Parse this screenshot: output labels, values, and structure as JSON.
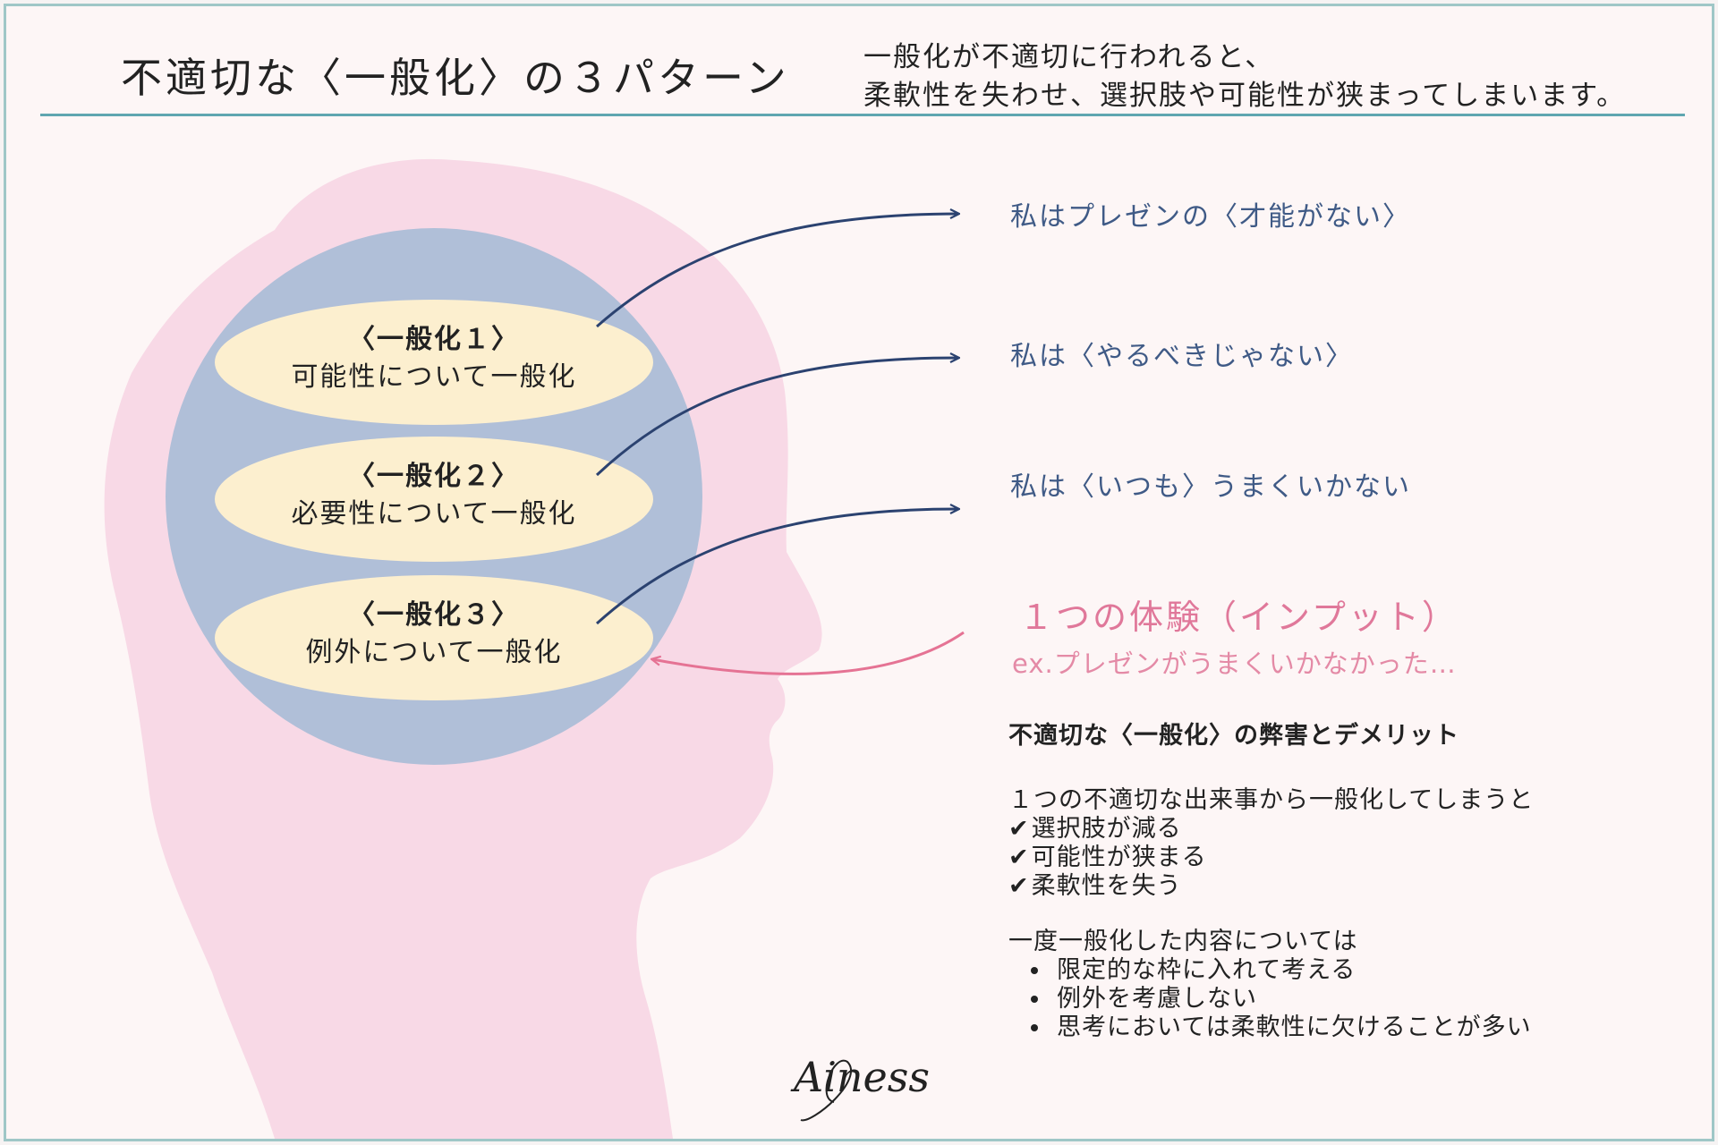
{
  "header": {
    "title": "不適切な〈一般化〉の３パターン",
    "subtitle_line1": "一般化が不適切に行われると、",
    "subtitle_line2": "柔軟性を失わせ、選択肢や可能性が狭まってしまいます。"
  },
  "generalizations": [
    {
      "number": "〈一般化１〉",
      "label": "可能性について一般化"
    },
    {
      "number": "〈一般化２〉",
      "label": "必要性について一般化"
    },
    {
      "number": "〈一般化３〉",
      "label": "例外について一般化"
    }
  ],
  "results": [
    "私はプレゼンの〈才能がない〉",
    "私は〈やるべきじゃない〉",
    "私は〈いつも〉うまくいかない"
  ],
  "input": {
    "title": "１つの体験（インプット）",
    "example": "ex.プレゼンがうまくいかなかった…"
  },
  "notes": {
    "heading": "不適切な〈一般化〉の弊害とデメリット",
    "intro": "１つの不適切な出来事から一般化してしまうと",
    "checks": [
      "選択肢が減る",
      "可能性が狭まる",
      "柔軟性を失う"
    ],
    "intro2": "一度一般化した内容については",
    "bullets": [
      "限定的な枠に入れて考える",
      "例外を考慮しない",
      "思考においては柔軟性に欠けることが多い"
    ]
  },
  "signature": "Ainess",
  "colors": {
    "silhouette": "#f8d9e6",
    "brain_circle": "#b0bfd8",
    "ellipse_fill": "#fcefcf",
    "arrow_blue": "#2b4270",
    "arrow_pink": "#e57394",
    "rule": "#5fa6b0"
  }
}
